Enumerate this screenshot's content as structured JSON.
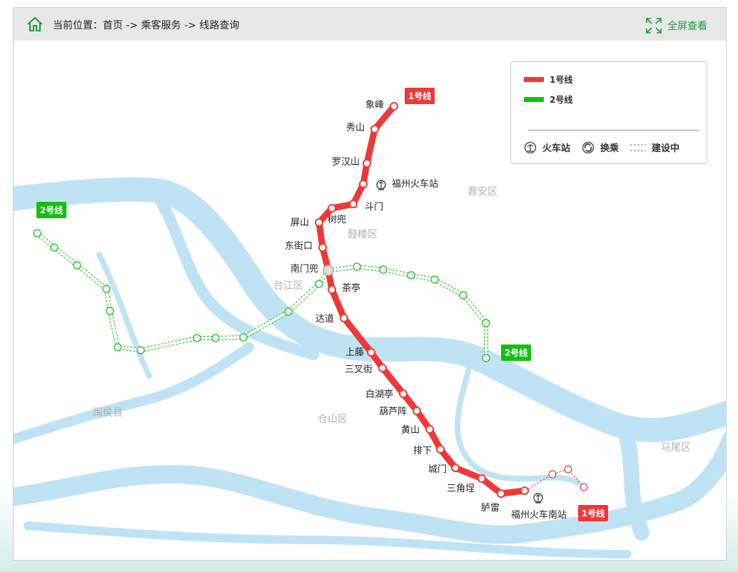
{
  "header": {
    "breadcrumb": "当前位置：首页 -> 乘客服务 -> 线路查询",
    "fullscreen_label": "全屏查看"
  },
  "legend": {
    "line1": "1号线",
    "line2": "2号线",
    "train_station": "火车站",
    "transfer": "换乘",
    "under_construction": "建设中"
  },
  "colors": {
    "line1": "#f03838",
    "line2": "#12c012",
    "river": "#bfe3f4"
  },
  "districts": [
    "晋安区",
    "鼓楼区",
    "台江区",
    "闽侯县",
    "仓山区",
    "马尾区"
  ],
  "badges": {
    "line1_north": "1号线",
    "line1_south": "1号线",
    "line2_west": "2号线",
    "line2_east": "2号线"
  },
  "line1_stations": [
    "象峰",
    "秀山",
    "罗汉山",
    "福州火车站",
    "斗门",
    "树兜",
    "屏山",
    "东街口",
    "南门兜",
    "茶亭",
    "达道",
    "上藤",
    "三叉街",
    "白湖亭",
    "葫芦阵",
    "黄山",
    "排下",
    "城门",
    "三角埕",
    "胪雷",
    "福州火车南站"
  ]
}
